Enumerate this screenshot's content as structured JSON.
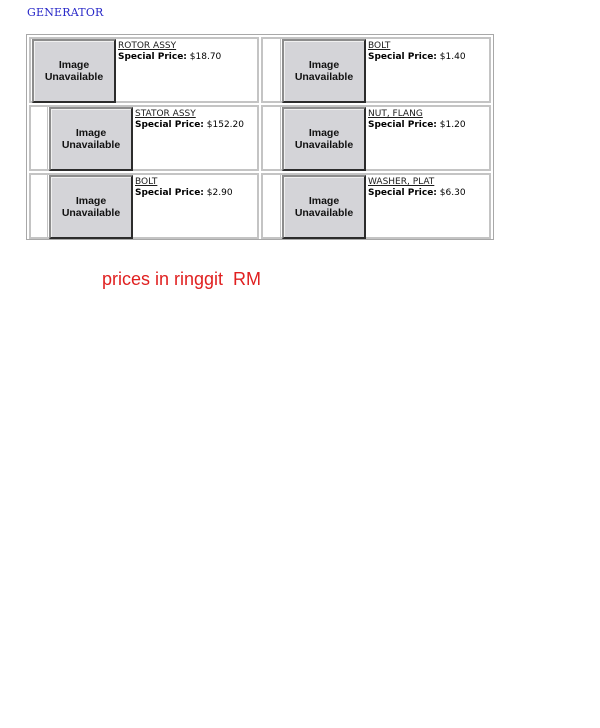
{
  "category": {
    "title": "GENERATOR"
  },
  "image_placeholder": {
    "line1": "Image",
    "line2": "Unavailable"
  },
  "price_label": "Special Price:",
  "products": [
    {
      "name": "ROTOR ASSY",
      "price": "$18.70"
    },
    {
      "name": "BOLT",
      "price": "$1.40"
    },
    {
      "name": "STATOR ASSY",
      "price": "$152.20"
    },
    {
      "name": "NUT, FLANG",
      "price": "$1.20"
    },
    {
      "name": "BOLT",
      "price": "$2.90"
    },
    {
      "name": "WASHER,  PLAT",
      "price": "$6.30"
    }
  ],
  "note": {
    "text": "prices in ringgit  RM",
    "color": "#e02020"
  },
  "colors": {
    "title_link": "#2828c8",
    "placeholder_bg": "#d4d4d8",
    "cell_border": "#c4c4c4"
  }
}
